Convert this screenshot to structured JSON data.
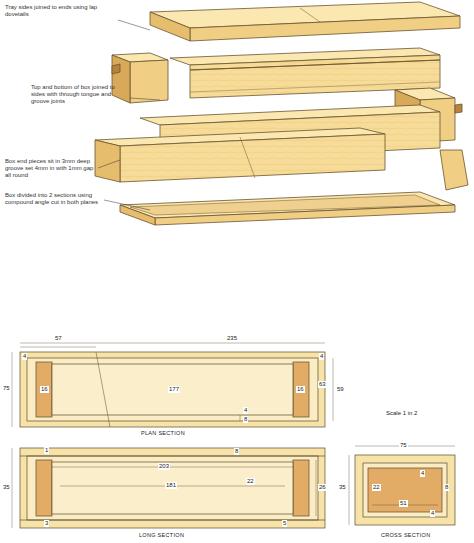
{
  "diagram": {
    "labels": [
      "Tray sides joined to ends using lap dovetails",
      "Top and bottom of box joined to sides with through tongue and groove joints",
      "Box end pieces sit in 3mm deep groove set 4mm in with 1mm gap all round",
      "Box divided into 2 sections using compound angle cut in both planes",
      "57",
      "235",
      "4",
      "75",
      "16",
      "177",
      "16",
      "4",
      "63",
      "59",
      "4",
      "8",
      "PLAN SECTION",
      "Scale 1 in 2",
      "35",
      "1",
      "8",
      "203",
      "181",
      "22",
      "26",
      "3",
      "5",
      "LONG SECTION",
      "75",
      "35",
      "22",
      "4",
      "51",
      "4",
      "8",
      "CROSS SECTION"
    ]
  }
}
